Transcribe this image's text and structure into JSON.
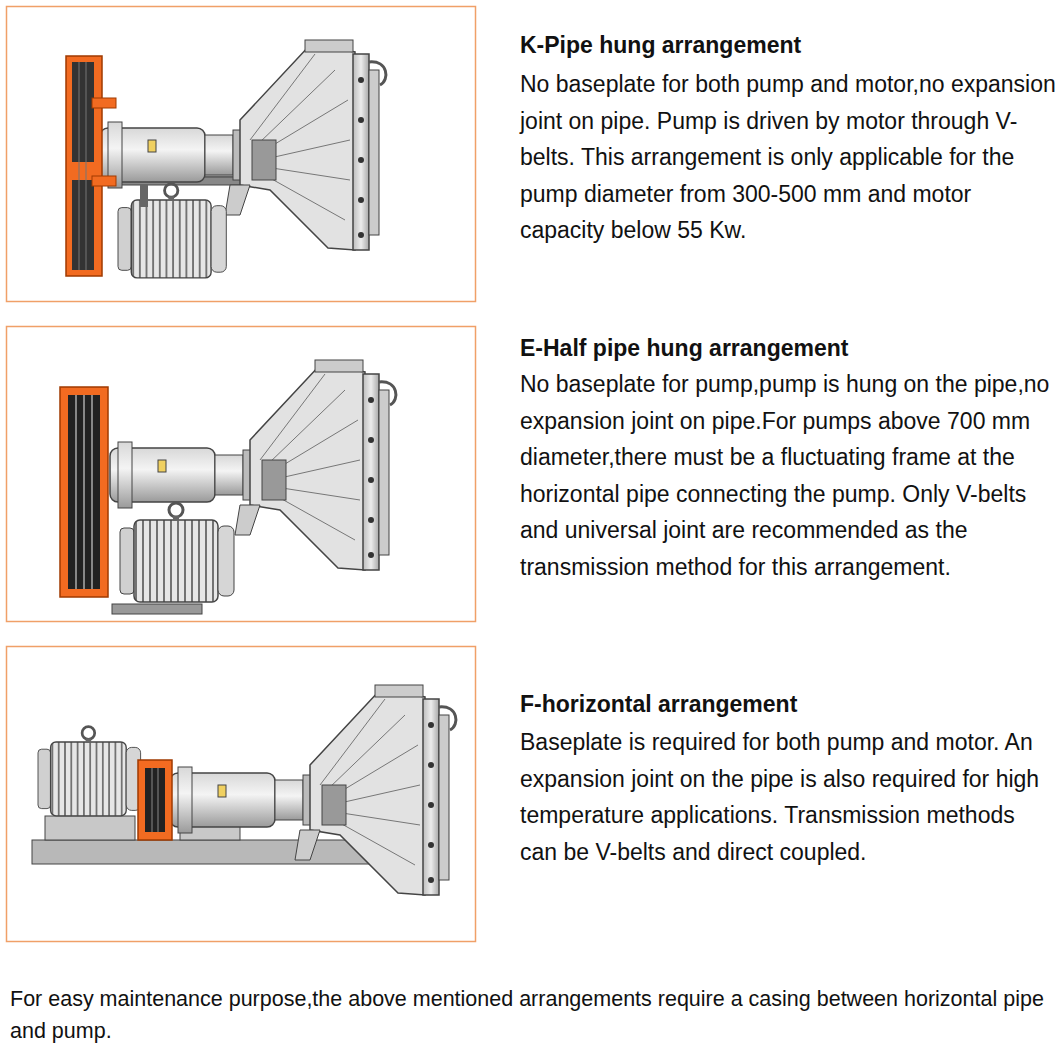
{
  "diagram": {
    "labels": [
      "K-Pipe hung  arrangement",
      "No baseplate for both pump and motor,no expansion joint on pipe. Pump is driven by motor through V-belts. This arrangement is only applicable for the pump diameter from 300-500 mm and motor capacity below 55 Kw.",
      "E-Half pipe hung arrangement",
      "No baseplate for pump,pump is hung on the pipe,no expansion joint on pipe.For pumps above 700 mm diameter,there must be a fluctuating frame at the horizontal pipe connecting the pump. Only V-belts and universal joint are recommended as the transmission method for this arrangement.",
      "F-horizontal arrangement",
      "Baseplate is required for both pump and motor. An expansion joint on the pipe is also required for high temperature applications. Transmission methods can be V-belts and direct coupled.",
      "For easy maintenance purpose,the above mentioned arrangements require a casing between horizontal pipe and pump."
    ]
  }
}
